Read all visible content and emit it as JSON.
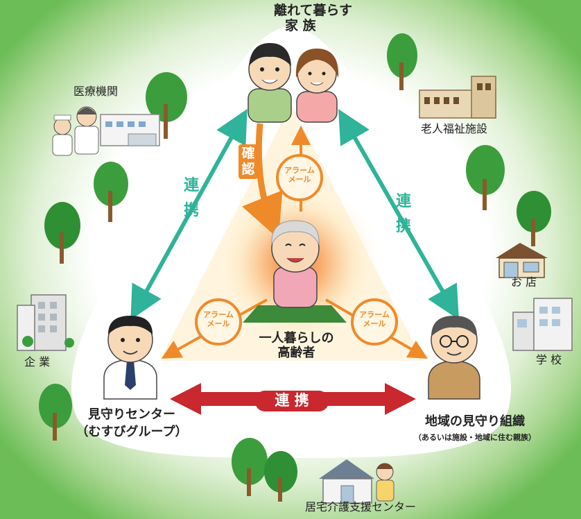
{
  "center": {
    "label_line1": "一人暮らしの",
    "label_line2": "高齢者"
  },
  "nodes": {
    "family": {
      "label_line1": "離れて暮らす",
      "label_line2": "家 族"
    },
    "center_org": {
      "label_line1": "見守りセンター",
      "label_line2": "（むすびグループ）"
    },
    "community": {
      "label_line1": "地域の見守り組織",
      "label_line2": "（あるいは施設・地域に住む親族）"
    }
  },
  "links": {
    "left": {
      "chars": [
        "連",
        "携"
      ]
    },
    "right": {
      "chars": [
        "連",
        "携"
      ]
    },
    "bottom": {
      "label": "連 携"
    },
    "confirm": {
      "chars": [
        "確",
        "認"
      ]
    }
  },
  "alarms": {
    "top": {
      "line1": "アラーム",
      "line2": "メール"
    },
    "left": {
      "line1": "アラーム",
      "line2": "メール"
    },
    "right": {
      "line1": "アラーム",
      "line2": "メール"
    }
  },
  "surroundings": {
    "medical": "医療機関",
    "elderly_facility": "老人福祉施設",
    "shop": "お 店",
    "school": "学 校",
    "company": "企 業",
    "care_support": "居宅介護支援センター"
  },
  "colors": {
    "link_teal": "#2fb39a",
    "confirm_orange": "#ef8a2a",
    "bottom_red": "#c8282e",
    "background_green": "#58b349",
    "center_glow": "#f7a25a"
  }
}
